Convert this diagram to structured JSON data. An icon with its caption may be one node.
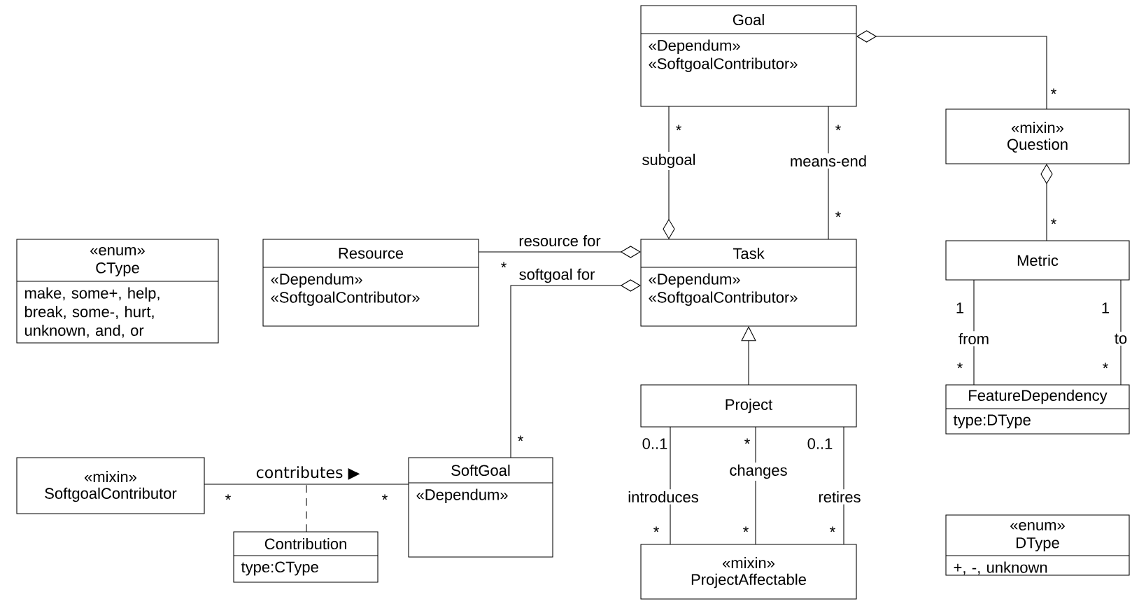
{
  "diagram": {
    "nodes": [
      {
        "text": [
          "Goal",
          "«Dependum»",
          "«SoftgoalContributor»"
        ]
      },
      {
        "text": [
          "«mixin»",
          "Question"
        ]
      },
      {
        "text": [
          "Metric"
        ]
      },
      {
        "text": [
          "FeatureDependency",
          "type:DType"
        ]
      },
      {
        "text": [
          "«enum»",
          "DType",
          "+, -, unknown"
        ]
      },
      {
        "text": [
          "«enum»",
          "CType",
          "make, some+, help, break, some-, hurt, unknown, and, or"
        ]
      },
      {
        "text": [
          "Resource",
          "«Dependum»",
          "«SoftgoalContributor»"
        ]
      },
      {
        "text": [
          "Task",
          "«Dependum»",
          "«SoftgoalContributor»"
        ]
      },
      {
        "text": [
          "Project"
        ]
      },
      {
        "text": [
          "«mixin»",
          "ProjectAffectable"
        ]
      },
      {
        "text": [
          "«mixin»",
          "SoftgoalContributor"
        ]
      },
      {
        "text": [
          "SoftGoal",
          "«Dependum»"
        ]
      },
      {
        "text": [
          "Contribution",
          "type:CType"
        ]
      }
    ],
    "edges": [
      {
        "from": 1,
        "to": 0,
        "arrow": "other"
      },
      {
        "from": 0,
        "to": 7,
        "arrow": "other",
        "label": "subgoal"
      },
      {
        "from": 0,
        "to": 7,
        "arrow": "none",
        "label": "means-end"
      },
      {
        "from": 2,
        "to": 1,
        "arrow": "other"
      },
      {
        "from": 2,
        "to": 3,
        "arrow": "none",
        "label": "from"
      },
      {
        "from": 2,
        "to": 3,
        "arrow": "none",
        "label": "to"
      },
      {
        "from": 6,
        "to": 7,
        "arrow": "other",
        "label": "resource for"
      },
      {
        "from": 11,
        "to": 7,
        "arrow": "other",
        "label": "softgoal for"
      },
      {
        "from": 8,
        "to": 7,
        "arrow": "to"
      },
      {
        "from": 8,
        "to": 9,
        "arrow": "none",
        "label": "introduces"
      },
      {
        "from": 8,
        "to": 9,
        "arrow": "none",
        "label": "changes"
      },
      {
        "from": 8,
        "to": 9,
        "arrow": "none",
        "label": "retires"
      },
      {
        "from": 10,
        "to": 11,
        "arrow": "none",
        "label": "contributes ▶"
      },
      {
        "from": 12,
        "to": null,
        "arrow": "none",
        "style": "dashed"
      }
    ],
    "labels": [
      "*",
      "*",
      "*",
      "*",
      "*",
      "*",
      "1",
      "1",
      "*",
      "*",
      "*",
      "0..1",
      "*",
      "0..1",
      "*",
      "*",
      "*",
      "*",
      "*"
    ]
  }
}
